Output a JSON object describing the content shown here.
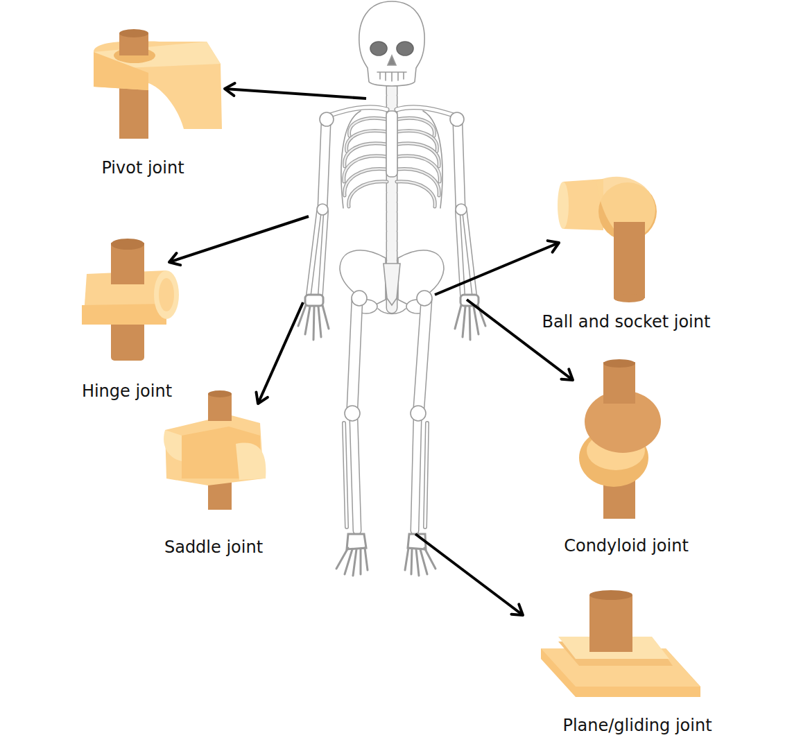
{
  "diagram": {
    "labels": [
      "Pivot joint",
      "Hinge joint",
      "Saddle joint",
      "Ball and socket joint",
      "Condyloid joint",
      "Plane/gliding joint"
    ]
  }
}
